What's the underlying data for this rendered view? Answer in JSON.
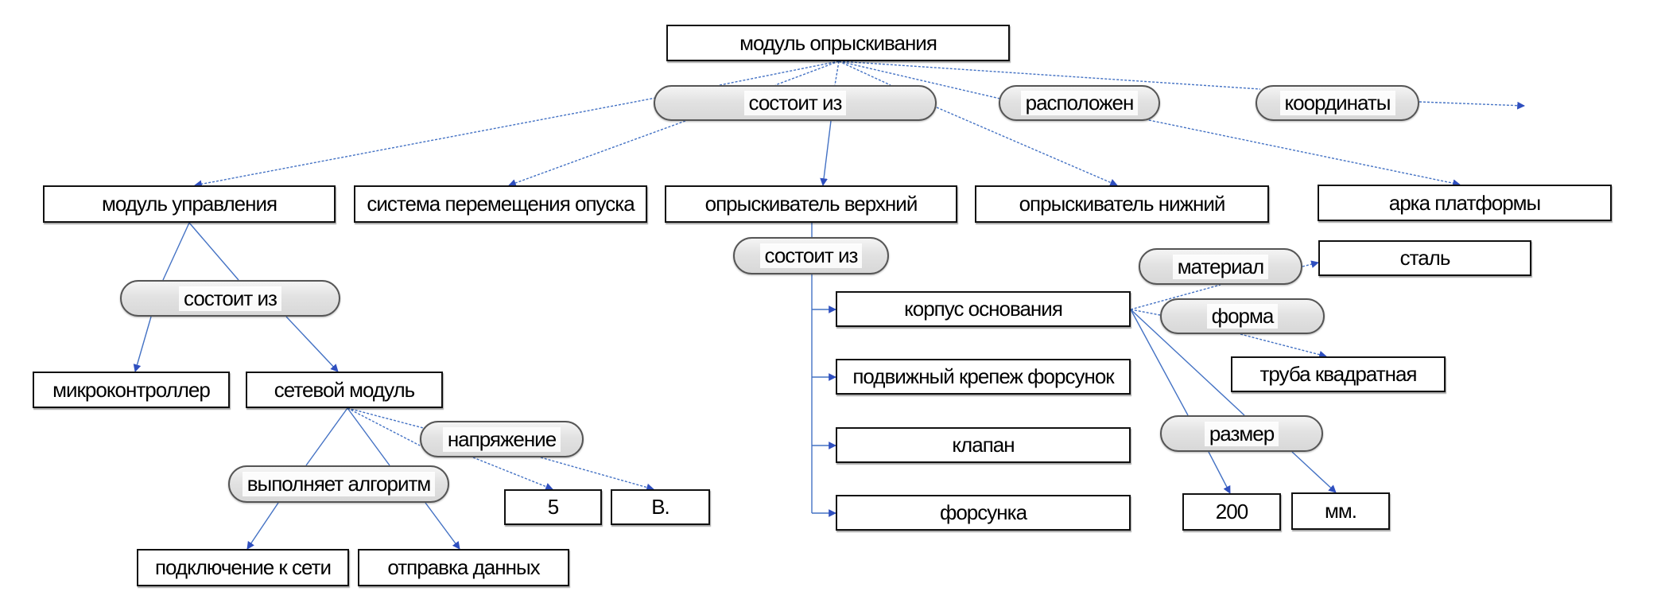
{
  "diagram": {
    "type": "concept-map",
    "colors": {
      "connector": "#4472c4",
      "arrowhead": "#2f4fbf",
      "concept_border": "#111111",
      "relation_fill": "#e2e2e2",
      "relation_border": "#555555"
    },
    "nodes": {
      "root": "модуль опрыскивания",
      "rel_root_consists": "состоит из",
      "rel_located": "расположен",
      "rel_coordinates": "координаты",
      "control_module": "модуль управления",
      "lift_system": "система перемещения опуска",
      "upper_sprayer": "опрыскиватель верхний",
      "lower_sprayer": "опрыскиватель нижний",
      "platform_arch": "арка платформы",
      "rel_control_consists": "состоит из",
      "microcontroller": "микроконтроллер",
      "network_module": "сетевой модуль",
      "rel_voltage": "напряжение",
      "rel_executes": "выполняет алгоритм",
      "voltage_value": "5",
      "voltage_unit": "В.",
      "network_connect": "подключение к сети",
      "data_send": "отправка данных",
      "rel_upper_consists": "состоит из",
      "base_body": "корпус основания",
      "nozzle_mount": "подвижный крепеж форсунок",
      "valve": "клапан",
      "nozzle": "форсунка",
      "rel_material": "материал",
      "material_value": "сталь",
      "rel_shape": "форма",
      "shape_value": "труба квадратная",
      "rel_size": "размер",
      "size_value": "200",
      "size_unit": "мм."
    },
    "edges": [
      [
        "root",
        "rel_root_consists"
      ],
      [
        "rel_root_consists",
        "control_module"
      ],
      [
        "rel_root_consists",
        "lift_system"
      ],
      [
        "rel_root_consists",
        "upper_sprayer"
      ],
      [
        "rel_root_consists",
        "lower_sprayer"
      ],
      [
        "root",
        "rel_located"
      ],
      [
        "rel_located",
        "platform_arch"
      ],
      [
        "root",
        "rel_coordinates"
      ],
      [
        "rel_coordinates",
        "(unlabeled target)"
      ],
      [
        "control_module",
        "rel_control_consists"
      ],
      [
        "rel_control_consists",
        "microcontroller"
      ],
      [
        "rel_control_consists",
        "network_module"
      ],
      [
        "network_module",
        "rel_voltage"
      ],
      [
        "rel_voltage",
        "voltage_value"
      ],
      [
        "rel_voltage",
        "voltage_unit"
      ],
      [
        "network_module",
        "rel_executes"
      ],
      [
        "rel_executes",
        "network_connect"
      ],
      [
        "rel_executes",
        "data_send"
      ],
      [
        "upper_sprayer",
        "rel_upper_consists"
      ],
      [
        "rel_upper_consists",
        "base_body"
      ],
      [
        "rel_upper_consists",
        "nozzle_mount"
      ],
      [
        "rel_upper_consists",
        "valve"
      ],
      [
        "rel_upper_consists",
        "nozzle"
      ],
      [
        "base_body",
        "rel_material"
      ],
      [
        "rel_material",
        "material_value"
      ],
      [
        "base_body",
        "rel_shape"
      ],
      [
        "rel_shape",
        "shape_value"
      ],
      [
        "base_body",
        "rel_size"
      ],
      [
        "rel_size",
        "size_value"
      ],
      [
        "rel_size",
        "size_unit"
      ]
    ]
  }
}
